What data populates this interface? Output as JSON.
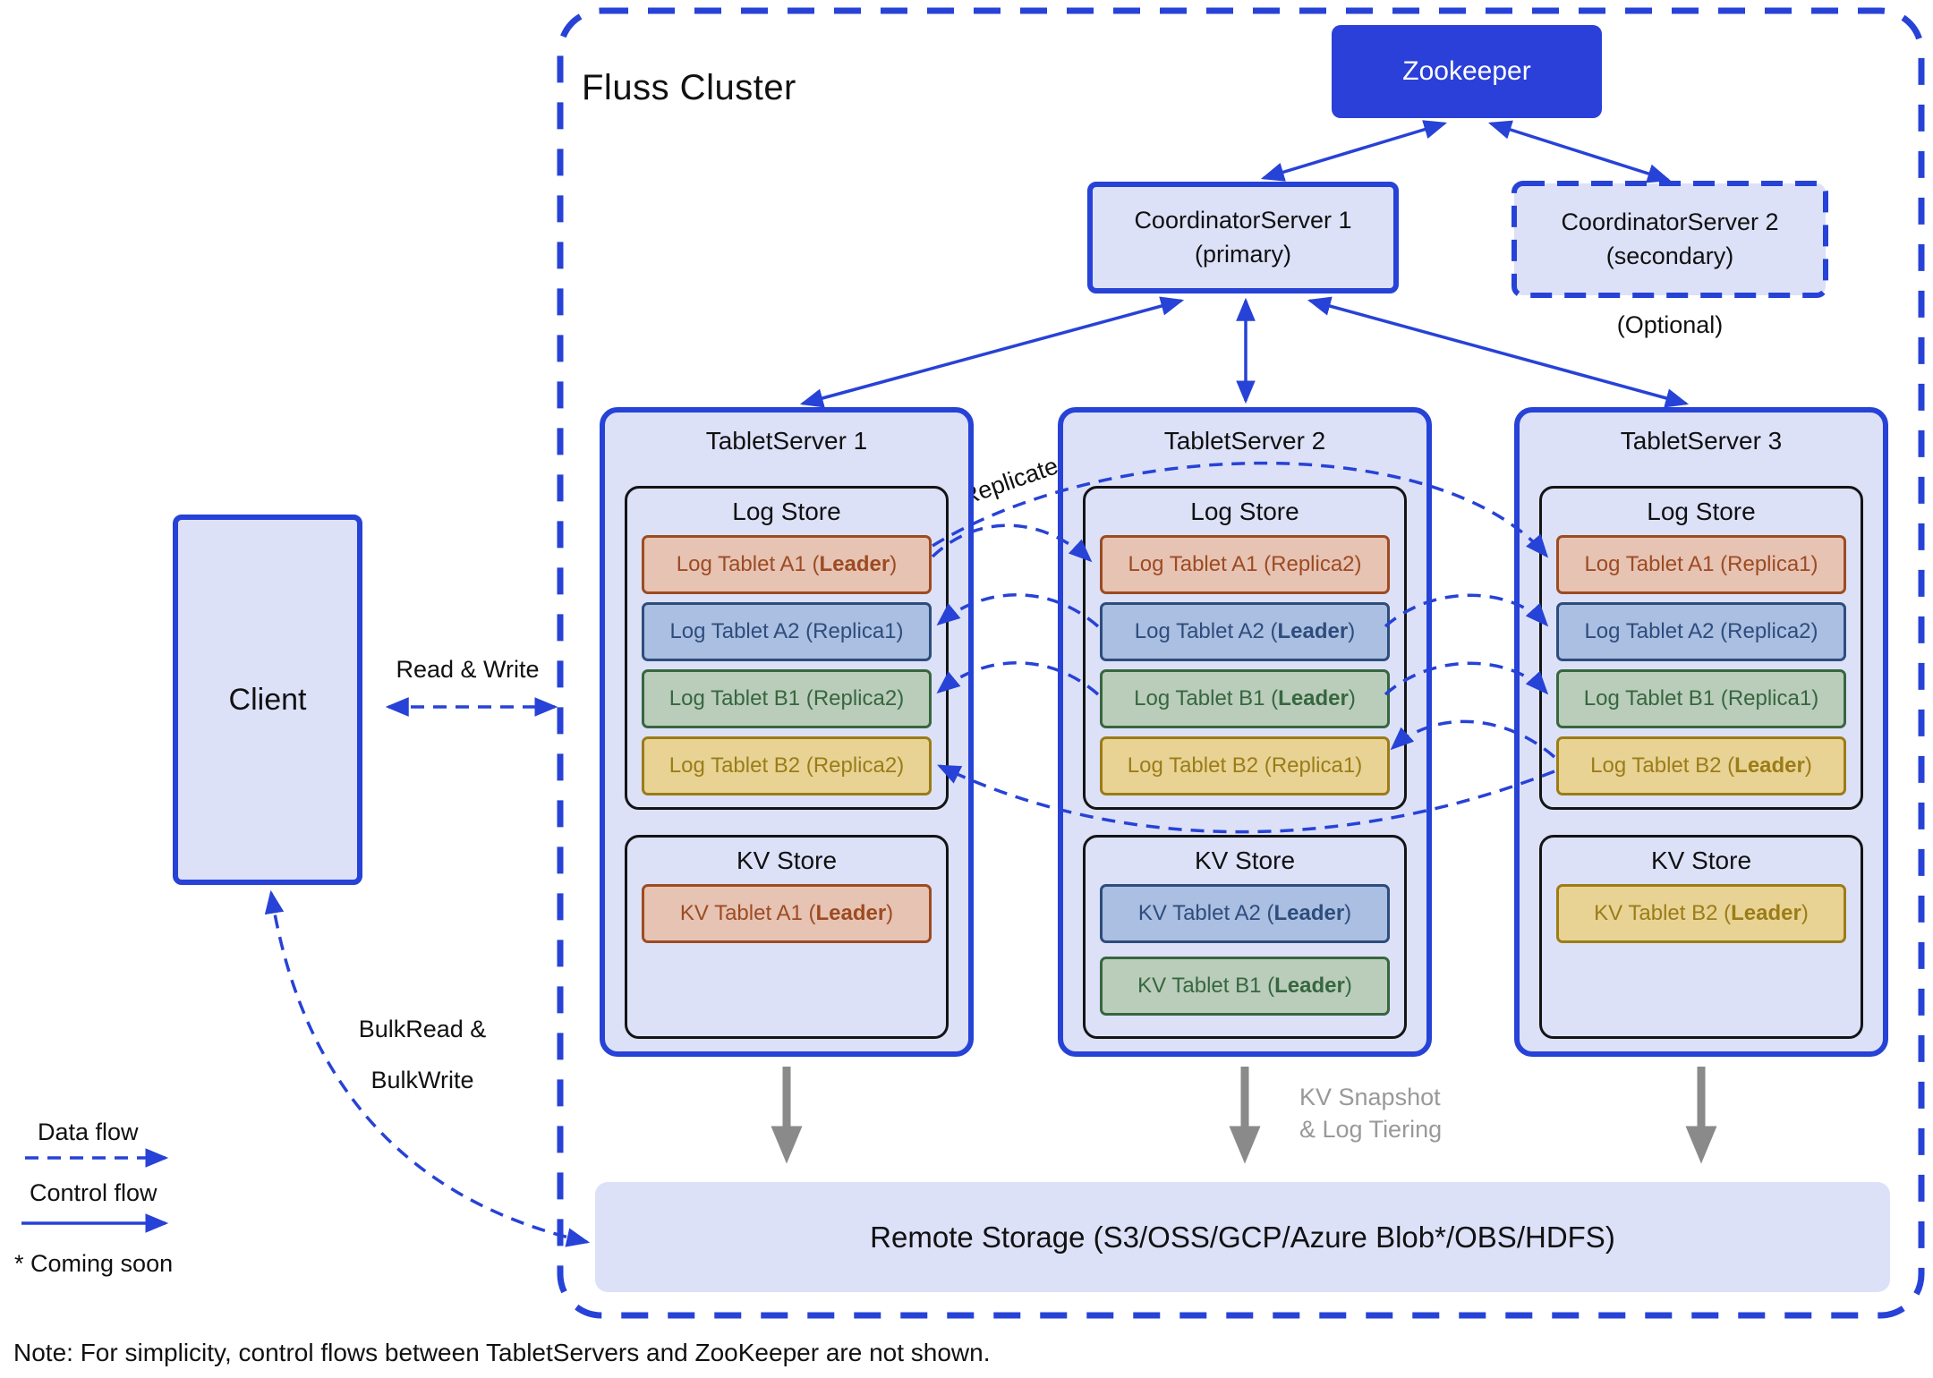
{
  "diagram": {
    "cluster_title": "Fluss Cluster",
    "zookeeper": {
      "label": "Zookeeper"
    },
    "coordinator1": {
      "line1": "CoordinatorServer 1",
      "line2": "(primary)"
    },
    "coordinator2": {
      "line1": "CoordinatorServer 2",
      "line2": "(secondary)",
      "caption": "(Optional)"
    },
    "client": {
      "label": "Client"
    },
    "remote_storage": {
      "label": "Remote Storage (S3/OSS/GCP/Azure Blob*/OBS/HDFS)"
    },
    "labels": {
      "read_write": "Read & Write",
      "bulk_line1": "BulkRead &",
      "bulk_line2": "BulkWrite",
      "replicate": "Replicate",
      "kv_snapshot_line1": "KV Snapshot",
      "kv_snapshot_line2": "& Log Tiering"
    },
    "legend": {
      "data_flow": "Data flow",
      "control_flow": "Control flow",
      "coming_soon": "* Coming soon"
    },
    "note": "Note: For simplicity, control flows between TabletServers and ZooKeeper are not shown.",
    "tablet_servers": [
      {
        "title": "TabletServer 1",
        "log_store_title": "Log Store",
        "kv_store_title": "KV Store",
        "log_tablets": [
          {
            "pre": "Log Tablet A1 (",
            "role": "Leader",
            "post": ")",
            "bold": true,
            "color": "red"
          },
          {
            "pre": "Log Tablet A2 (",
            "role": "Replica1",
            "post": ")",
            "bold": false,
            "color": "blue"
          },
          {
            "pre": "Log Tablet B1 (",
            "role": "Replica2",
            "post": ")",
            "bold": false,
            "color": "green"
          },
          {
            "pre": "Log Tablet B2 (",
            "role": "Replica2",
            "post": ")",
            "bold": false,
            "color": "yellow"
          }
        ],
        "kv_tablets": [
          {
            "pre": "KV Tablet A1 (",
            "role": "Leader",
            "post": ")",
            "bold": true,
            "color": "red"
          }
        ]
      },
      {
        "title": "TabletServer 2",
        "log_store_title": "Log Store",
        "kv_store_title": "KV Store",
        "log_tablets": [
          {
            "pre": "Log Tablet A1 (",
            "role": "Replica2",
            "post": ")",
            "bold": false,
            "color": "red"
          },
          {
            "pre": "Log Tablet A2 (",
            "role": "Leader",
            "post": ")",
            "bold": true,
            "color": "blue"
          },
          {
            "pre": "Log Tablet B1 (",
            "role": "Leader",
            "post": ")",
            "bold": true,
            "color": "green"
          },
          {
            "pre": "Log Tablet B2 (",
            "role": "Replica1",
            "post": ")",
            "bold": false,
            "color": "yellow"
          }
        ],
        "kv_tablets": [
          {
            "pre": "KV Tablet A2 (",
            "role": "Leader",
            "post": ")",
            "bold": true,
            "color": "blue"
          },
          {
            "pre": "KV Tablet B1 (",
            "role": "Leader",
            "post": ")",
            "bold": true,
            "color": "green"
          }
        ]
      },
      {
        "title": "TabletServer 3",
        "log_store_title": "Log Store",
        "kv_store_title": "KV Store",
        "log_tablets": [
          {
            "pre": "Log Tablet A1 (",
            "role": "Replica1",
            "post": ")",
            "bold": false,
            "color": "red"
          },
          {
            "pre": "Log Tablet A2 (",
            "role": "Replica2",
            "post": ")",
            "bold": false,
            "color": "blue"
          },
          {
            "pre": "Log Tablet B1 (",
            "role": "Replica1",
            "post": ")",
            "bold": false,
            "color": "green"
          },
          {
            "pre": "Log Tablet B2 (",
            "role": "Leader",
            "post": ")",
            "bold": true,
            "color": "yellow"
          }
        ],
        "kv_tablets": [
          {
            "pre": "KV Tablet B2 (",
            "role": "Leader",
            "post": ")",
            "bold": true,
            "color": "yellow"
          }
        ]
      }
    ],
    "colors": {
      "accent_blue": "#2742d6",
      "zookeeper_fill": "#2b40d8",
      "panel_fill": "#dce1f8",
      "red_stroke": "#9d4b22",
      "red_fill": "#e6c3b3",
      "blue_stroke": "#2e4d7d",
      "blue_fill": "#aabfe1",
      "green_stroke": "#37663f",
      "green_fill": "#b9cdba",
      "yellow_stroke": "#9b7c17",
      "yellow_fill": "#e8d395",
      "gray_arrow": "#8a8a8a",
      "gray_text": "#999999"
    }
  }
}
